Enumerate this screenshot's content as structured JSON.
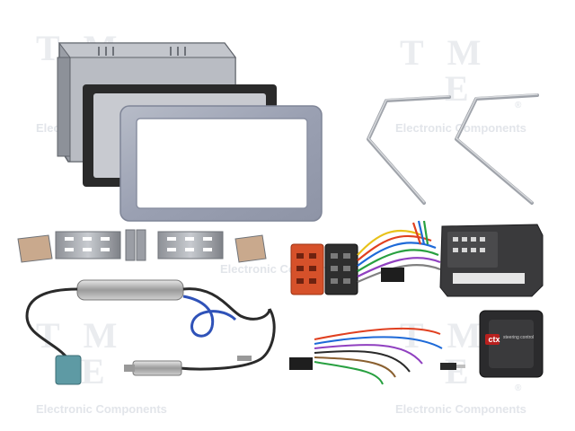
{
  "watermark": {
    "logo_letters": "TEM",
    "text": "Electronic Components",
    "registered": "®"
  },
  "module_label": {
    "brand": "ctx",
    "sub": "steering control"
  }
}
